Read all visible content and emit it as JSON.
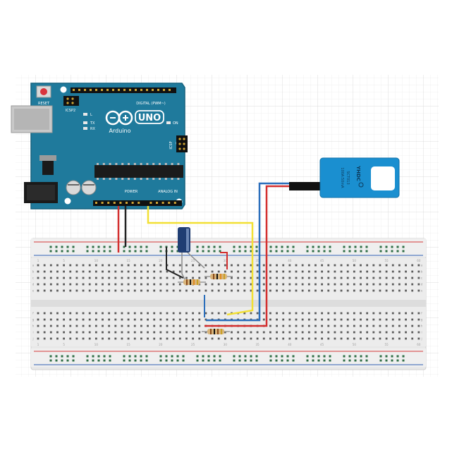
{
  "arduino": {
    "reset_label": "RESET",
    "icsp2_label": "ICSP2",
    "icsp_label": "ICSP",
    "digital_label": "DIGITAL (PWM~)",
    "led_l": "L",
    "tx_label": "TX",
    "rx_label": "RX",
    "on_label": "ON",
    "uno_label": "UNO",
    "brand": "Arduino",
    "power_label": "POWER",
    "analog_label": "ANALOG IN"
  },
  "sensor": {
    "brand": "YHDC",
    "model": "SCT013",
    "rating": "100A:50mA"
  },
  "breadboard": {
    "column_numbers": [
      "1",
      "5",
      "10",
      "15",
      "20",
      "25",
      "30",
      "35",
      "40",
      "45",
      "50",
      "55",
      "60"
    ],
    "row_letters_top": [
      "a",
      "b",
      "c",
      "d",
      "e"
    ],
    "row_letters_bottom": [
      "f",
      "g",
      "h",
      "i",
      "j"
    ]
  },
  "colors": {
    "board": "#1f7a9c",
    "wire_red": "#d32f2f",
    "wire_black": "#222222",
    "wire_yellow": "#f2e034",
    "wire_blue": "#2a6ebb",
    "sensor": "#1a8fd0",
    "capacitor": "#1f3d73"
  }
}
